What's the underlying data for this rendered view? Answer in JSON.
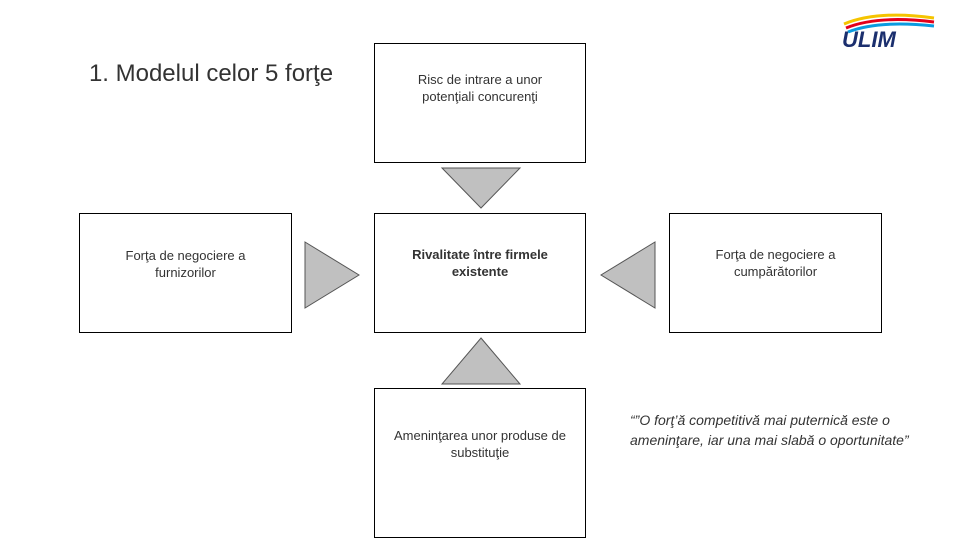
{
  "title": "1. Modelul celor 5 forţe",
  "boxes": {
    "top": "Risc de intrare a unor potenţiali concurenţi",
    "left": "Forţa de negociere a furnizorilor",
    "center": "Rivalitate între firmele existente",
    "right": "Forţa de negociere a cumpărătorilor",
    "bottom": "Ameninţarea unor produse de substituţie"
  },
  "quote": "“”O forţ’ă competitivă mai puternică este o ameninţare, iar una mai slabă o oportunitate”",
  "logo": {
    "text": "ULIM",
    "colors": [
      "#f5c400",
      "#e3001b",
      "#0a9be0",
      "#1b2f6e"
    ]
  },
  "colors": {
    "arrow_fill": "#c0c0c0",
    "arrow_stroke": "#555555",
    "border": "#000000"
  }
}
